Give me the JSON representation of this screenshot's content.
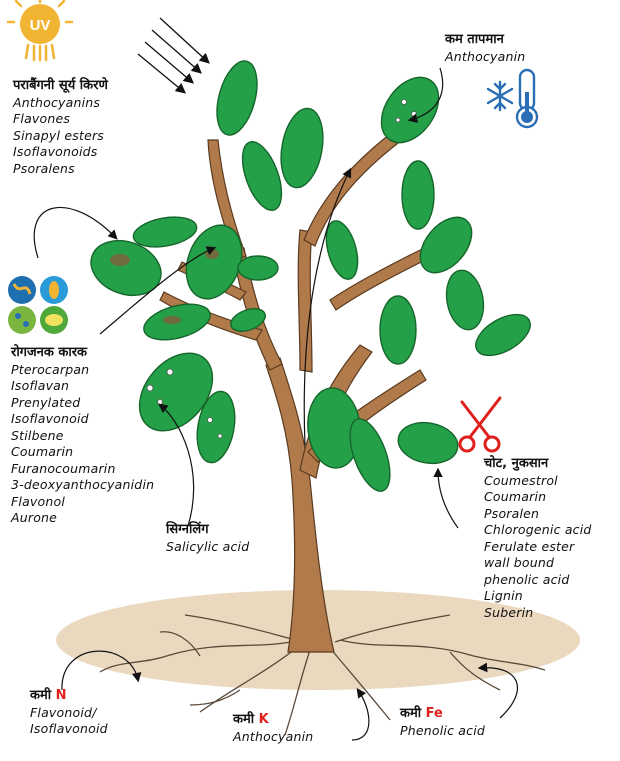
{
  "uv": {
    "badge": "UV",
    "heading": "पराबैंगनी सूर्य किरणे",
    "items": [
      "Anthocyanins",
      "Flavones",
      "Sinapyl esters",
      "Isoflavonoids",
      "Psoralens"
    ]
  },
  "cold": {
    "heading": "कम तापमान",
    "items": [
      "Anthocyanin"
    ]
  },
  "pathogen": {
    "heading": "रोगजनक कारक",
    "items": [
      "Pterocarpan",
      "Isoflavan",
      "Prenylated",
      "Isoflavonoid",
      "Stilbene",
      "Coumarin",
      "Furanocoumarin",
      "3-deoxyanthocyanidin",
      "Flavonol",
      "Aurone"
    ]
  },
  "signaling": {
    "heading": "सिग्नलिंग",
    "items": [
      "Salicylic acid"
    ]
  },
  "wound": {
    "heading": "चोट, नुकसान",
    "items": [
      "Coumestrol",
      "Coumarin",
      "Psoralen",
      "Chlorogenic acid",
      "Ferulate ester",
      "wall bound",
      "phenolic acid",
      "Lignin",
      "Suberin"
    ]
  },
  "n_def": {
    "prefix": "कमी",
    "element": "N",
    "items": [
      "Flavonoid/",
      "Isoflavonoid"
    ]
  },
  "k_def": {
    "prefix": "कमी",
    "element": "K",
    "items": [
      "Anthocyanin"
    ]
  },
  "fe_def": {
    "prefix": "कमी",
    "element": "Fe",
    "items": [
      "Phenolic acid"
    ]
  },
  "icons": [
    "sun-uv-icon",
    "sun-rays-arrows-icon",
    "snowflake-icon",
    "thermometer-icon",
    "pathogen-microbes-icon",
    "scissors-icon",
    "tree-illustration"
  ],
  "colors": {
    "leaf": "#23a048",
    "leaf_dark": "#16662b",
    "trunk": "#b07a4a",
    "soil": "#ead8bf",
    "accent_red": "#e0201b",
    "uv_yellow": "#f2b533",
    "cold_blue": "#2a6fb5"
  }
}
